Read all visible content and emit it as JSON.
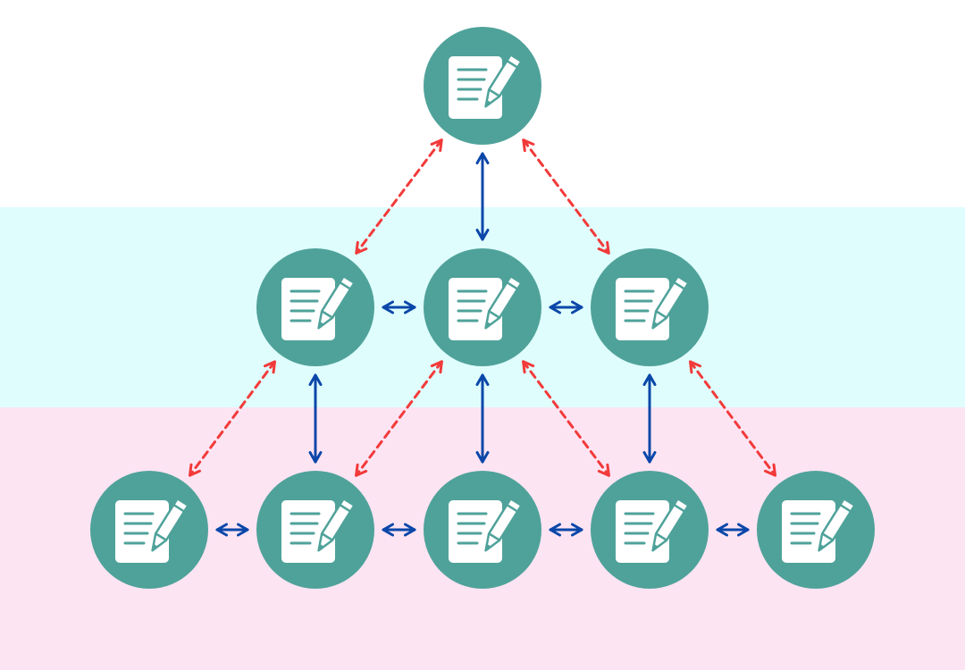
{
  "colors": {
    "band_top": "#ffffff",
    "band_middle": "#dffdfd",
    "band_bottom": "#fde4f3",
    "node_fill": "#4fa29a",
    "icon_paper": "#ffffff",
    "icon_lines": "#4fa29a",
    "solid_edge": "#0a47a9",
    "dashed_edge": "#f23a3a"
  },
  "node_icon": "document-edit-icon",
  "nodes": [
    {
      "id": "top",
      "tier": 0
    },
    {
      "id": "mid-left",
      "tier": 1
    },
    {
      "id": "mid-center",
      "tier": 1
    },
    {
      "id": "mid-right",
      "tier": 1
    },
    {
      "id": "bottom-1",
      "tier": 2
    },
    {
      "id": "bottom-2",
      "tier": 2
    },
    {
      "id": "bottom-3",
      "tier": 2
    },
    {
      "id": "bottom-4",
      "tier": 2
    },
    {
      "id": "bottom-5",
      "tier": 2
    }
  ],
  "edges": [
    {
      "from": "top",
      "to": "mid-center",
      "style": "solid",
      "direction": "bidirectional"
    },
    {
      "from": "top",
      "to": "mid-left",
      "style": "dashed",
      "direction": "bidirectional"
    },
    {
      "from": "top",
      "to": "mid-right",
      "style": "dashed",
      "direction": "bidirectional"
    },
    {
      "from": "mid-left",
      "to": "mid-center",
      "style": "solid",
      "direction": "bidirectional"
    },
    {
      "from": "mid-center",
      "to": "mid-right",
      "style": "solid",
      "direction": "bidirectional"
    },
    {
      "from": "mid-left",
      "to": "bottom-2",
      "style": "solid",
      "direction": "bidirectional"
    },
    {
      "from": "mid-center",
      "to": "bottom-3",
      "style": "solid",
      "direction": "bidirectional"
    },
    {
      "from": "mid-right",
      "to": "bottom-4",
      "style": "solid",
      "direction": "bidirectional"
    },
    {
      "from": "mid-left",
      "to": "bottom-1",
      "style": "dashed",
      "direction": "bidirectional"
    },
    {
      "from": "mid-center",
      "to": "bottom-2",
      "style": "dashed",
      "direction": "bidirectional"
    },
    {
      "from": "mid-center",
      "to": "bottom-4",
      "style": "dashed",
      "direction": "bidirectional"
    },
    {
      "from": "mid-right",
      "to": "bottom-5",
      "style": "dashed",
      "direction": "bidirectional"
    },
    {
      "from": "bottom-1",
      "to": "bottom-2",
      "style": "solid",
      "direction": "bidirectional"
    },
    {
      "from": "bottom-2",
      "to": "bottom-3",
      "style": "solid",
      "direction": "bidirectional"
    },
    {
      "from": "bottom-3",
      "to": "bottom-4",
      "style": "solid",
      "direction": "bidirectional"
    },
    {
      "from": "bottom-4",
      "to": "bottom-5",
      "style": "solid",
      "direction": "bidirectional"
    }
  ]
}
